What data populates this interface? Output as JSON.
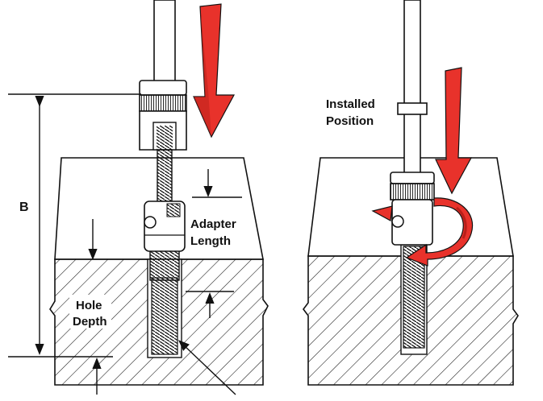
{
  "colors": {
    "arrow_red": "#e8322b",
    "arrow_red_dark": "#b81f1a",
    "line": "#111111",
    "background": "#ffffff"
  },
  "left_panel": {
    "dimension_b_label": "B",
    "adapter_length_label": [
      "Adapter",
      "Length"
    ],
    "hole_depth_label": [
      "Hole",
      "Depth"
    ]
  },
  "right_panel": {
    "installed_position_label": [
      "Installed",
      "Position"
    ]
  },
  "icons": [
    "down-arrow-icon",
    "rotation-arrow-icon"
  ]
}
